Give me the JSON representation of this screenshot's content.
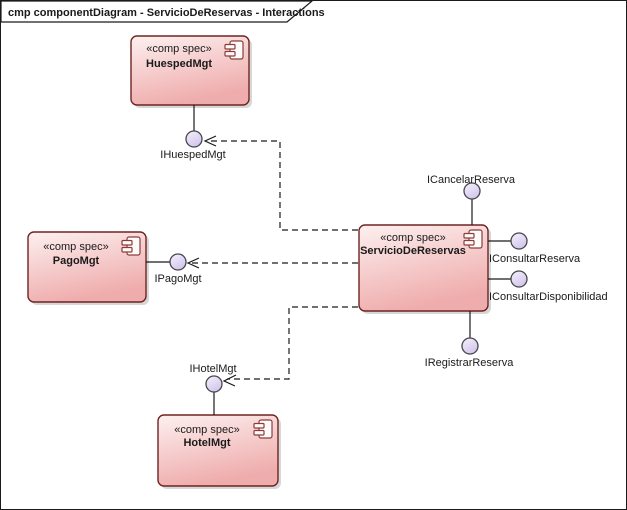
{
  "frame": {
    "title": "cmp componentDiagram - ServicioDeReservas - Interactions"
  },
  "components": {
    "huesped": {
      "stereotype": "«comp spec»",
      "name": "HuespedMgt"
    },
    "pago": {
      "stereotype": "«comp spec»",
      "name": "PagoMgt"
    },
    "servicio": {
      "stereotype": "«comp spec»",
      "name": "ServicioDeReservas"
    },
    "hotel": {
      "stereotype": "«comp spec»",
      "name": "HotelMgt"
    }
  },
  "interfaces": {
    "ihuespedmgt": "IHuespedMgt",
    "ipagomgt": "IPagoMgt",
    "ihotelmgt": "IHotelMgt",
    "icancelarreserva": "ICancelarReserva",
    "iconsultarreserva": "IConsultarReserva",
    "iconsultardisponibilidad": "IConsultarDisponibilidad",
    "iregistrarreserva": "IRegistrarReserva"
  },
  "relations": [
    {
      "type": "provided-interface",
      "component": "HuespedMgt",
      "interface": "IHuespedMgt"
    },
    {
      "type": "provided-interface",
      "component": "PagoMgt",
      "interface": "IPagoMgt"
    },
    {
      "type": "provided-interface",
      "component": "HotelMgt",
      "interface": "IHotelMgt"
    },
    {
      "type": "provided-interface",
      "component": "ServicioDeReservas",
      "interface": "ICancelarReserva"
    },
    {
      "type": "provided-interface",
      "component": "ServicioDeReservas",
      "interface": "IConsultarReserva"
    },
    {
      "type": "provided-interface",
      "component": "ServicioDeReservas",
      "interface": "IConsultarDisponibilidad"
    },
    {
      "type": "provided-interface",
      "component": "ServicioDeReservas",
      "interface": "IRegistrarReserva"
    },
    {
      "type": "dependency",
      "from": "ServicioDeReservas",
      "to": "IHuespedMgt"
    },
    {
      "type": "dependency",
      "from": "ServicioDeReservas",
      "to": "IPagoMgt"
    },
    {
      "type": "dependency",
      "from": "ServicioDeReservas",
      "to": "IHotelMgt"
    }
  ],
  "colors": {
    "component_fill_light": "#fdf0f0",
    "component_fill_dark": "#efacac",
    "component_border": "#6e2422",
    "ball_fill_light": "#f6f2fd",
    "ball_fill_dark": "#d3c6ec",
    "ball_border": "#46464f",
    "line": "#1a1a1a",
    "shadow": "#bdbdbd",
    "background": "#ffffff"
  }
}
